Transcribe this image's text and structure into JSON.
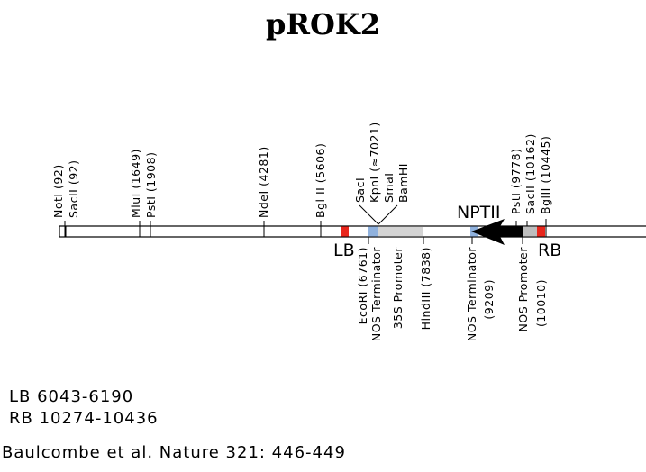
{
  "title": "pROK2",
  "sites_top": [
    {
      "label": "NotI (92)"
    },
    {
      "label": "SacII (92)"
    },
    {
      "label": "MluI (1649)"
    },
    {
      "label": "PstI (1908)"
    },
    {
      "label": "NdeI (4281)"
    },
    {
      "label": "Bgl II (5606)"
    },
    {
      "label": "SacI"
    },
    {
      "label": "KpnI (≈7021)"
    },
    {
      "label": "SmaI"
    },
    {
      "label": "BamHI"
    },
    {
      "label": "PstI (9778)"
    },
    {
      "label": "SacII (10162)"
    },
    {
      "label": "BglII (10445)"
    }
  ],
  "sites_bottom": [
    {
      "label": "EcoRI (6761)"
    },
    {
      "label": "NOS Terminator"
    },
    {
      "label": "35S Promoter"
    },
    {
      "label": "HindIII (7838)"
    },
    {
      "label": "NOS Terminator"
    },
    {
      "label": "(9209)"
    },
    {
      "label": "NOS Promoter"
    },
    {
      "label": "(10010)"
    }
  ],
  "features": {
    "lb": "LB",
    "rb": "RB",
    "nptii": "NPTII"
  },
  "colors": {
    "border": "#e8261c",
    "terminator": "#8fb1dd",
    "promoter": "#d4d4d4",
    "gene": "#000000"
  },
  "notes": {
    "lb": "LB 6043-6190",
    "rb": "RB 10274-10436",
    "citation": "Baulcombe et al. Nature 321: 446-449"
  }
}
